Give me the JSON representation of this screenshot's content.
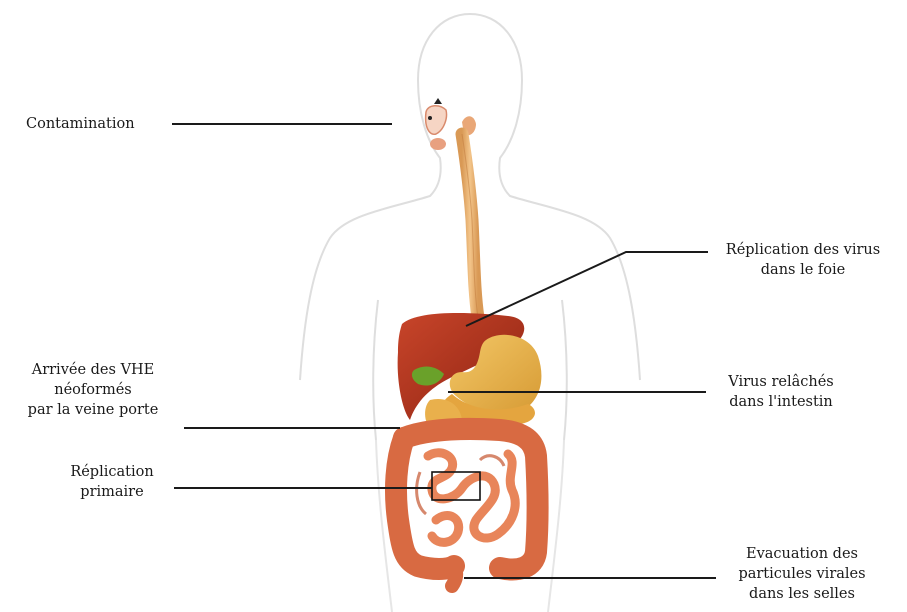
{
  "labels": {
    "contamination": "Contamination",
    "liver_replication": [
      "Réplication des virus",
      "dans le foie"
    ],
    "portal_vein": [
      "Arrivée des VHE",
      "néoformés",
      "par la veine porte"
    ],
    "intestine_release": [
      "Virus relâchés",
      "dans l'intestin"
    ],
    "primary_replication": [
      "Réplication",
      "primaire"
    ],
    "evacuation": [
      "Evacuation des",
      "particules virales",
      "dans les selles"
    ]
  },
  "colors": {
    "liver": "#b8321c",
    "stomach": "#e9b24a",
    "esophagus": "#ecb06c",
    "intestine": "#df7a4e",
    "gallbladder": "#6aa12a",
    "body_outline": "#dcdcdc",
    "leader_line": "#1a1a1a"
  }
}
